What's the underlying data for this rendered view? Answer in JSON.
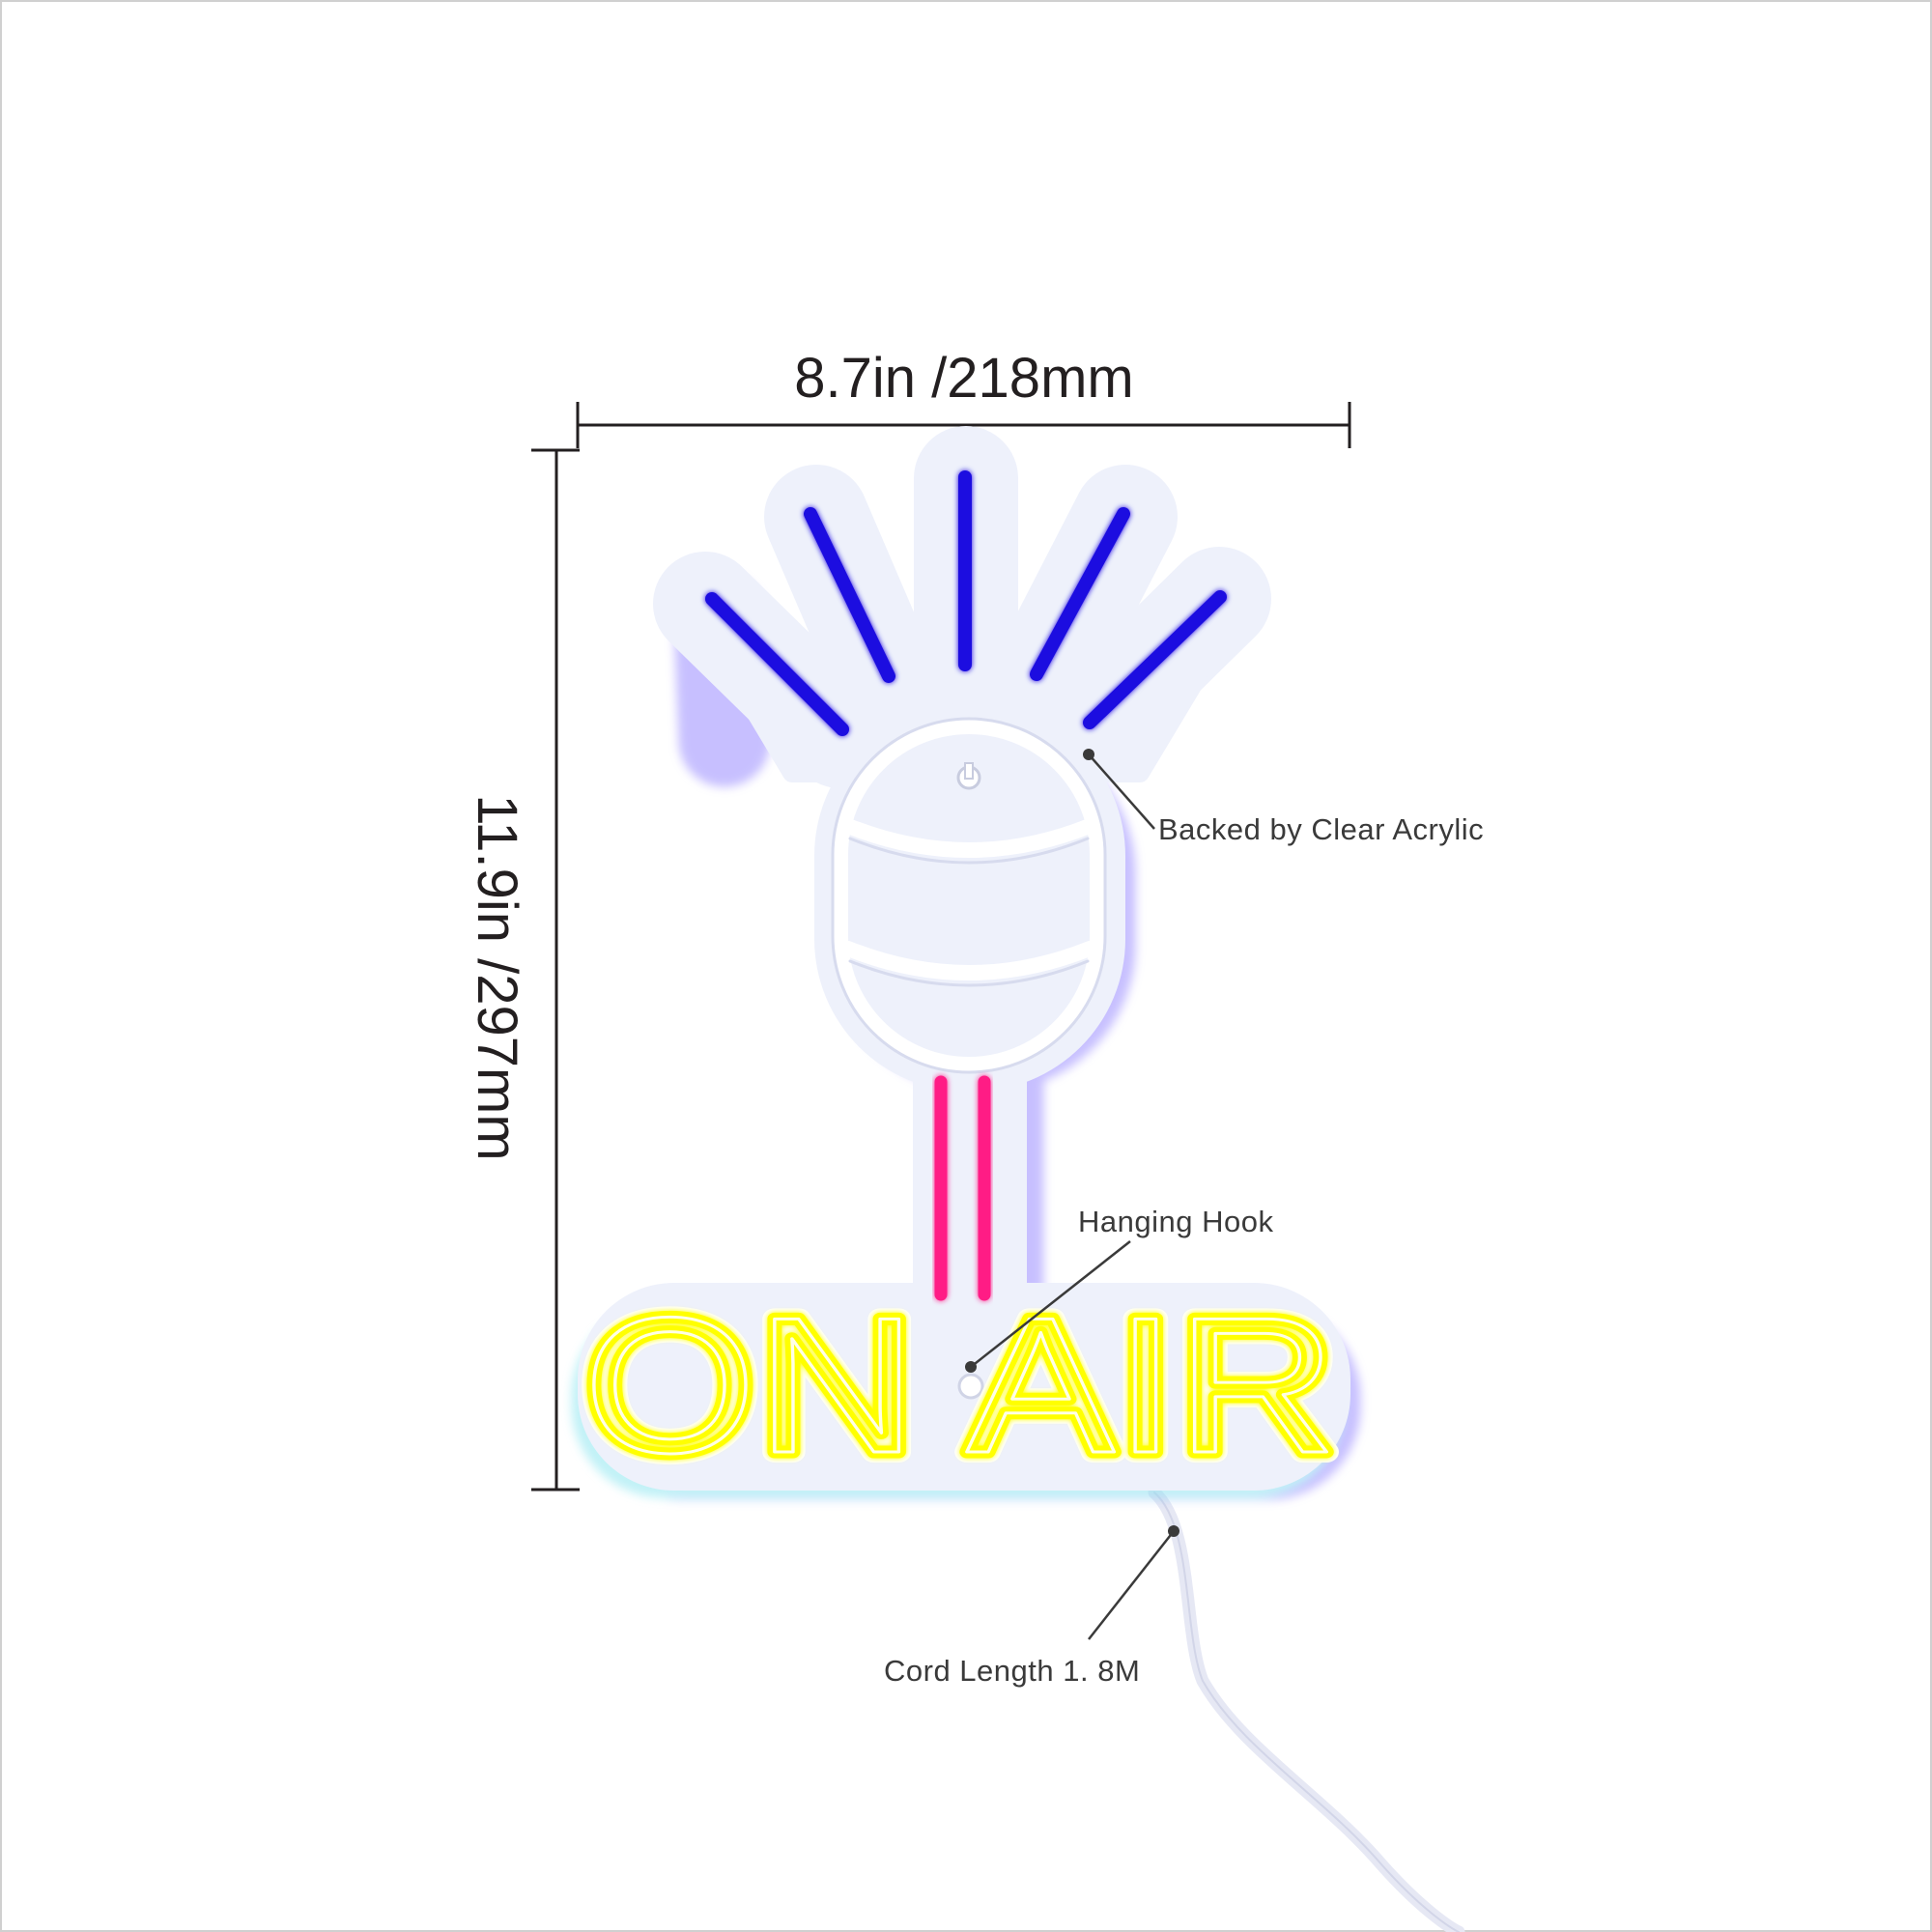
{
  "dimensions": {
    "width_label": "8.7in /218mm",
    "height_label": "11.9in /297mm"
  },
  "sign": {
    "text": "ON AIR",
    "colors": {
      "rays": "#1a0fe0",
      "stand": "#ff1a85",
      "text": "#ffff00",
      "acrylic": "#eef1fb"
    }
  },
  "callouts": {
    "acrylic": "Backed by Clear Acrylic",
    "hook": "Hanging Hook",
    "cord": "Cord Length 1. 8M"
  }
}
